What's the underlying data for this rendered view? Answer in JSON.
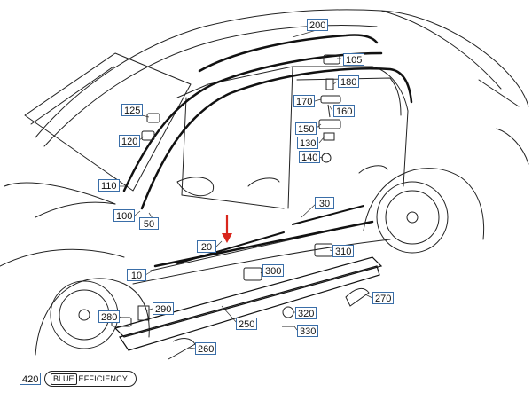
{
  "diagram": {
    "callouts": [
      {
        "id": "c200",
        "label": "200"
      },
      {
        "id": "c105",
        "label": "105"
      },
      {
        "id": "c180",
        "label": "180"
      },
      {
        "id": "c170",
        "label": "170"
      },
      {
        "id": "c160",
        "label": "160"
      },
      {
        "id": "c150",
        "label": "150"
      },
      {
        "id": "c130",
        "label": "130"
      },
      {
        "id": "c140",
        "label": "140"
      },
      {
        "id": "c125",
        "label": "125"
      },
      {
        "id": "c120",
        "label": "120"
      },
      {
        "id": "c110",
        "label": "110"
      },
      {
        "id": "c100",
        "label": "100"
      },
      {
        "id": "c50",
        "label": "50"
      },
      {
        "id": "c30",
        "label": "30"
      },
      {
        "id": "c20",
        "label": "20"
      },
      {
        "id": "c310",
        "label": "310"
      },
      {
        "id": "c10",
        "label": "10"
      },
      {
        "id": "c300",
        "label": "300"
      },
      {
        "id": "c270",
        "label": "270"
      },
      {
        "id": "c290",
        "label": "290"
      },
      {
        "id": "c280",
        "label": "280"
      },
      {
        "id": "c320",
        "label": "320"
      },
      {
        "id": "c250",
        "label": "250"
      },
      {
        "id": "c330",
        "label": "330"
      },
      {
        "id": "c260",
        "label": "260"
      },
      {
        "id": "c420",
        "label": "420"
      }
    ],
    "badge": {
      "box_text": "BLUE",
      "text": "EFFICIENCY"
    },
    "colors": {
      "arrow": "#d9261c",
      "callout_border": "#3a6ea8",
      "line": "#222222"
    }
  }
}
